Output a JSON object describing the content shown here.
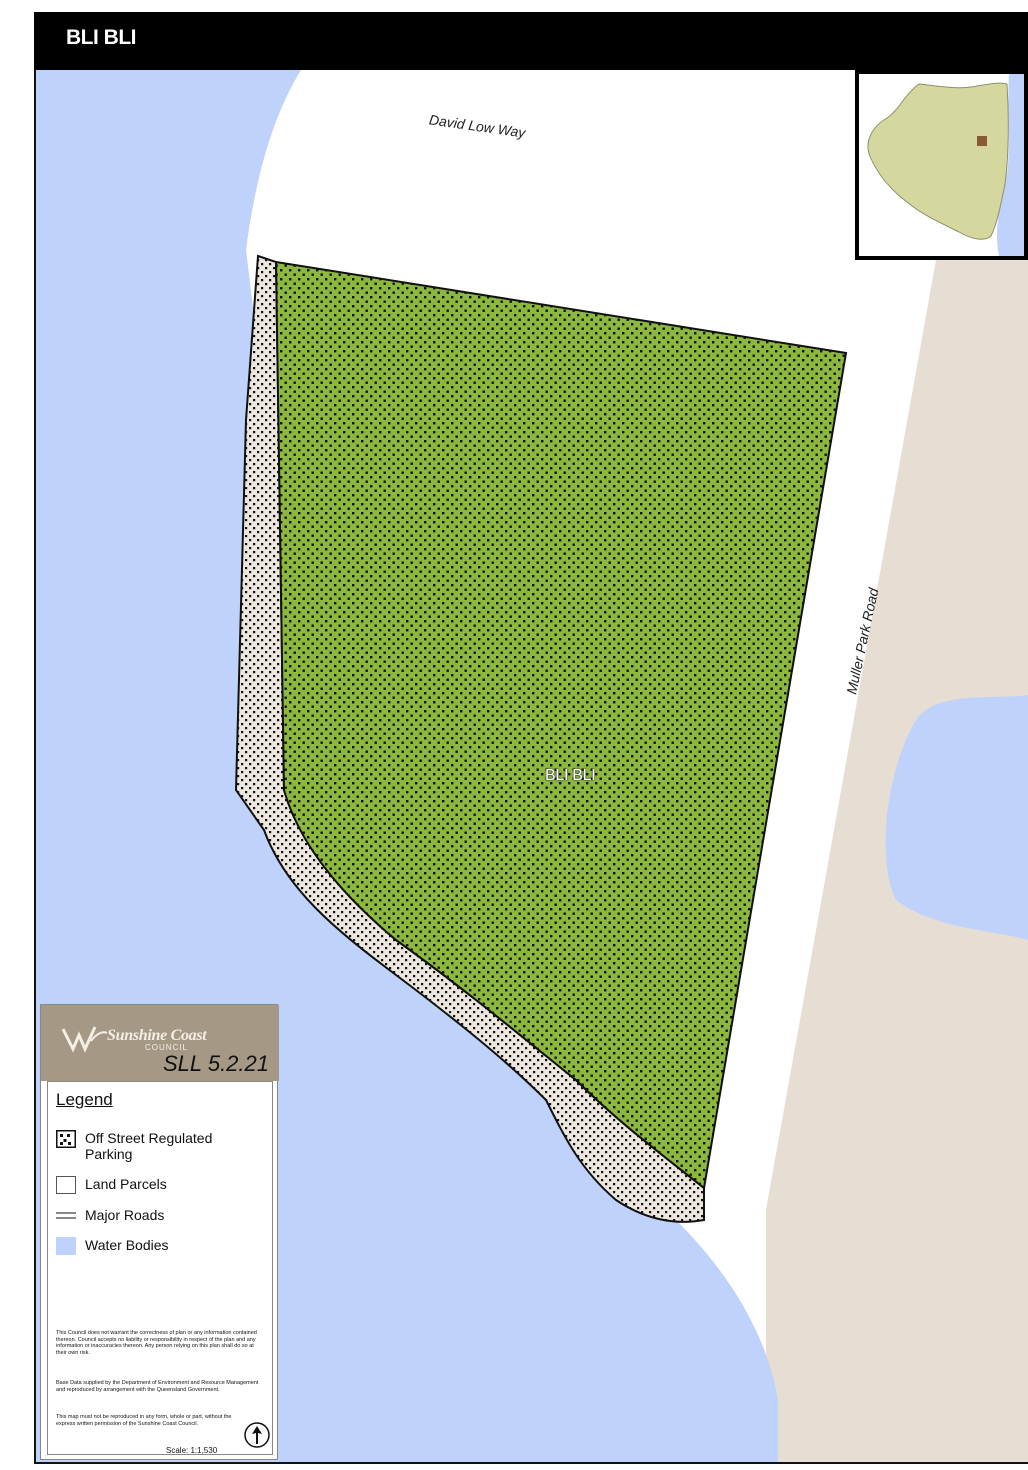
{
  "title": "BLI BLI",
  "map": {
    "area_label": "BLI BLI",
    "roads": [
      {
        "name": "David Low Way"
      },
      {
        "name": "Muller Park Road"
      }
    ],
    "colors": {
      "water": "#bfd2fb",
      "road": "#ffffff",
      "parcel_land": "#e6ddd3",
      "parking_fill": "#8cb83e",
      "parking_dots": "#111111",
      "foreshore": "#ece6df"
    }
  },
  "inset": {
    "colors": {
      "region": "#d4d89f",
      "marker": "#8a5a32",
      "coast": "#bfd2fb"
    }
  },
  "legend": {
    "council_name": "Sunshine Coast",
    "council_sub": "COUNCIL",
    "code": "SLL 5.2.21",
    "title": "Legend",
    "items": [
      {
        "label": "Off Street Regulated Parking",
        "icon": "parking-dots-swatch"
      },
      {
        "label": "Land Parcels",
        "icon": "white-box-swatch"
      },
      {
        "label": "Major Roads",
        "icon": "double-line-swatch"
      },
      {
        "label": "Water Bodies",
        "icon": "blue-box-swatch"
      }
    ],
    "disclaimer_1": "This Council does not warrant the correctness of plan or any information contained thereon. Council accepts no liability or responsibility in respect of the plan and any information or inaccuracies thereon. Any person relying on this plan shall do so at their own risk.",
    "disclaimer_2": "Base Data supplied by the Department of Environment and Resource Management and reproduced by arrangement with the Queensland Government.",
    "disclaimer_3": "This map must not be reproduced in any form, whole or part, without the express written permission of the Sunshine Coast Council.",
    "scale": "Scale: 1:1,530"
  }
}
